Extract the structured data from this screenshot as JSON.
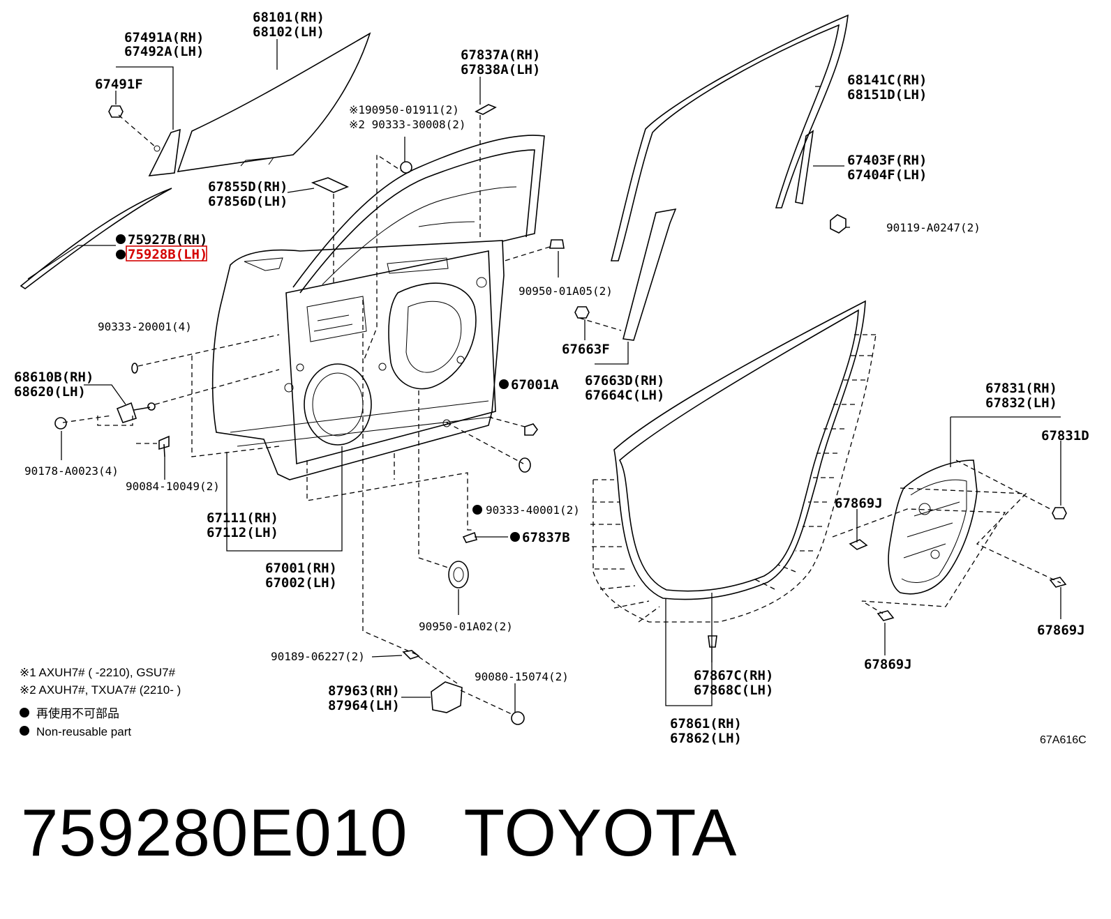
{
  "labels": {
    "l68101": "68101(RH)",
    "l68102": "68102(LH)",
    "l67491A": "67491A(RH)",
    "l67492A": "67492A(LH)",
    "l67491F": "67491F",
    "l67837A": "67837A(RH)",
    "l67838A": "67838A(LH)",
    "l190950": "※190950-01911(2)",
    "l290333": "※2 90333-30008(2)",
    "l68141C": "68141C(RH)",
    "l68151D": "68151D(LH)",
    "l67403F": "67403F(RH)",
    "l67404F": "67404F(LH)",
    "l90119": "90119-A0247(2)",
    "l67855D": "67855D(RH)",
    "l67856D": "67856D(LH)",
    "l75927B": "75927B(RH)",
    "l75928B": "75928B(LH)",
    "l90950A05": "90950-01A05(2)",
    "l67663F": "67663F",
    "l67663D": "67663D(RH)",
    "l67664C": "67664C(LH)",
    "l90333_20001": "90333-20001(4)",
    "l68610B": "68610B(RH)",
    "l68620": "68620(LH)",
    "l67001A": "67001A",
    "l67831": "67831(RH)",
    "l67832": "67832(LH)",
    "l67831D": "67831D",
    "l90178": "90178-A0023(4)",
    "l90084": "90084-10049(2)",
    "l67869J_a": "67869J",
    "l67869J_b": "67869J",
    "l67869J_c": "67869J",
    "l90333_40001": "90333-40001(2)",
    "l67111": "67111(RH)",
    "l67112": "67112(LH)",
    "l67837B": "67837B",
    "l67001": "67001(RH)",
    "l67002": "67002(LH)",
    "l90950A02": "90950-01A02(2)",
    "l90189": "90189-06227(2)",
    "l90080": "90080-15074(2)",
    "l87963": "87963(RH)",
    "l87964": "87964(LH)",
    "l67867C": "67867C(RH)",
    "l67868C": "67868C(LH)",
    "l67861": "67861(RH)",
    "l67862": "67862(LH)"
  },
  "notes": {
    "note1": "※1 AXUH7# (        -2210), GSU7#",
    "note2": "※2 AXUH7#, TXUA7# (2210-        )",
    "legend_jp": "再使用不可部品",
    "legend_en": "Non-reusable part"
  },
  "diagram_code": "67A616C",
  "footer": {
    "part_number": "759280E010",
    "brand": "TOYOTA"
  },
  "colors": {
    "highlight": "#d40000",
    "ink": "#000000",
    "background": "#ffffff"
  }
}
